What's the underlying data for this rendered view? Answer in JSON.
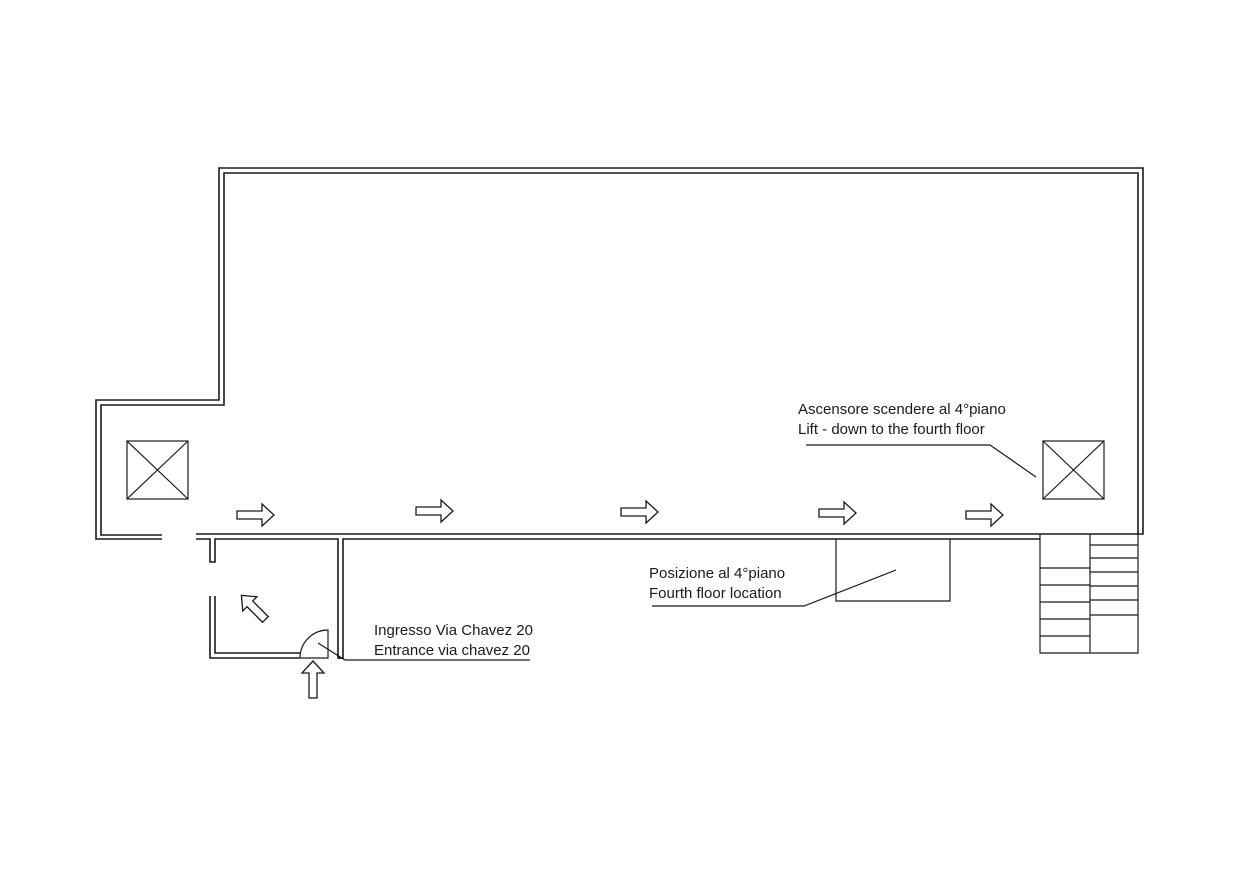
{
  "labels": {
    "lift_it": "Ascensore scendere al 4°piano",
    "lift_en": "Lift - down to the fourth floor",
    "position_it": "Posizione al 4°piano",
    "position_en": "Fourth floor location",
    "entrance_it": "Ingresso Via Chavez 20",
    "entrance_en": "Entrance via chavez 20"
  },
  "elements": {
    "lift_count": 2,
    "path_arrow_count": 5,
    "stair_steps": 6
  }
}
